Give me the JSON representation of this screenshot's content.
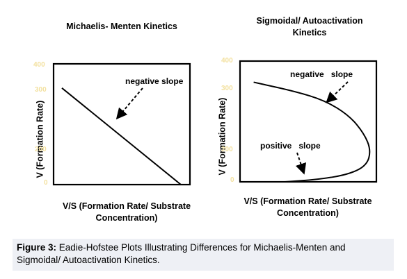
{
  "caption": {
    "label": "Figure 3:",
    "text": "Eadie-Hofstee Plots Illustrating Differences for Michaelis-Menten and Sigmoidal/ Autoactivation Kinetics."
  },
  "chart_data": [
    {
      "type": "line",
      "title": "Michaelis- Menten Kinetics",
      "xlabel": "V/S (Formation Rate/ Substrate Concentration)",
      "ylabel": "V (Formation Rate)",
      "yticks": [
        "400",
        "300",
        "200",
        "0"
      ],
      "ylim": [
        0,
        400
      ],
      "annotations": [
        {
          "text": "negative slope"
        }
      ],
      "series": [
        {
          "x": [
            0.0,
            1.0
          ],
          "y": [
            320,
            0
          ]
        }
      ]
    },
    {
      "type": "line",
      "title": "Sigmoidal/ Autoactivation Kinetics",
      "xlabel": "V/S (Formation Rate/ Substrate Concentration)",
      "ylabel": "V (Formation Rate)",
      "yticks": [
        "400",
        "300",
        "200",
        "0"
      ],
      "ylim": [
        0,
        400
      ],
      "annotations": [
        {
          "text": "negative   slope"
        },
        {
          "text": "positive   slope"
        }
      ],
      "series": [
        {
          "x": [
            0.1,
            0.4,
            0.62,
            0.8,
            0.91,
            0.96,
            0.93,
            0.8,
            0.58,
            0.33
          ],
          "y": [
            330,
            300,
            270,
            220,
            160,
            105,
            55,
            25,
            8,
            0
          ]
        }
      ]
    }
  ]
}
